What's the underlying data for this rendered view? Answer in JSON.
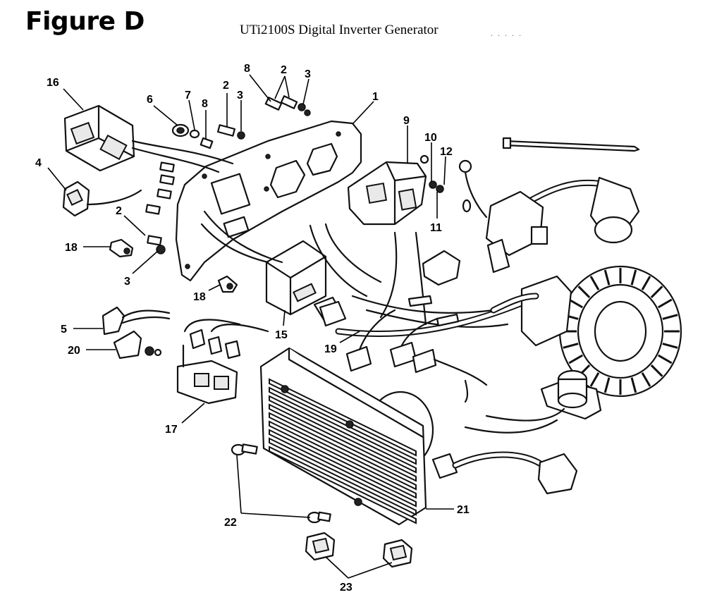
{
  "figure_label": "Figure D",
  "title": "UTi2100S Digital Inverter Generator",
  "title_trailing": ". . . . .",
  "callouts": [
    {
      "id": "c16",
      "text": "16"
    },
    {
      "id": "c6",
      "text": "6"
    },
    {
      "id": "c7",
      "text": "7"
    },
    {
      "id": "c8a",
      "text": "8"
    },
    {
      "id": "c2a",
      "text": "2"
    },
    {
      "id": "c3a",
      "text": "3"
    },
    {
      "id": "c8b",
      "text": "8"
    },
    {
      "id": "c2b",
      "text": "2"
    },
    {
      "id": "c3b",
      "text": "3"
    },
    {
      "id": "c1",
      "text": "1"
    },
    {
      "id": "c9",
      "text": "9"
    },
    {
      "id": "c10",
      "text": "10"
    },
    {
      "id": "c12",
      "text": "12"
    },
    {
      "id": "c11",
      "text": "11"
    },
    {
      "id": "c4",
      "text": "4"
    },
    {
      "id": "c2c",
      "text": "2"
    },
    {
      "id": "c18a",
      "text": "18"
    },
    {
      "id": "c3c",
      "text": "3"
    },
    {
      "id": "c18b",
      "text": "18"
    },
    {
      "id": "c15",
      "text": "15"
    },
    {
      "id": "c19",
      "text": "19"
    },
    {
      "id": "c5",
      "text": "5"
    },
    {
      "id": "c20",
      "text": "20"
    },
    {
      "id": "c17",
      "text": "17"
    },
    {
      "id": "c21",
      "text": "21"
    },
    {
      "id": "c22",
      "text": "22"
    },
    {
      "id": "c23",
      "text": "23"
    }
  ]
}
